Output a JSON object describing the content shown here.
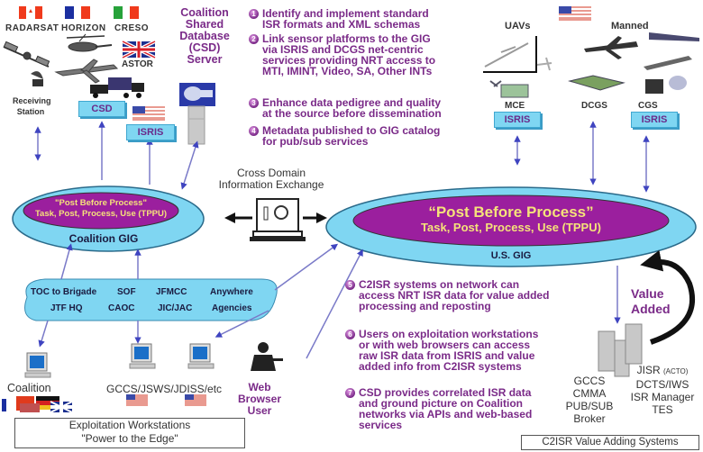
{
  "coalition_sources": {
    "labels": [
      "RADARSAT",
      "HORIZON",
      "CRESO"
    ],
    "astor": "ASTOR",
    "receiving_station": [
      "Receiving",
      "Station"
    ],
    "csd_box": "CSD",
    "isris_box": "ISRIS"
  },
  "csd_server": {
    "title": [
      "Coalition",
      "Shared",
      "Database",
      "(CSD)",
      "Server"
    ]
  },
  "steps_top": [
    {
      "num": "1",
      "lines": [
        "Identify and implement standard",
        "ISR formats and XML schemas"
      ]
    },
    {
      "num": "2",
      "lines": [
        "Link sensor platforms to the GIG",
        "via ISRIS and DCGS net-centric",
        "services providing NRT access to",
        "MTI, IMINT, Video, SA, Other INTs"
      ]
    },
    {
      "num": "3",
      "lines": [
        "Enhance data pedigree and quality",
        "at the source before dissemination"
      ]
    },
    {
      "num": "4",
      "lines": [
        "Metadata published to GIG catalog",
        "for pub/sub services"
      ]
    }
  ],
  "us_sources": {
    "uavs": "UAVs",
    "manned": "Manned",
    "mce": "MCE",
    "dcgs": "DCGS",
    "cgs": "CGS",
    "isris_box": "ISRIS"
  },
  "cross_domain": [
    "Cross Domain",
    "Information Exchange"
  ],
  "coalition_gig": {
    "tagline": "\"Post Before Process\"",
    "tppu": "Task, Post, Process, Use  (TPPU)",
    "name": "Coalition GIG"
  },
  "us_gig": {
    "tagline": "“Post Before Process”",
    "tppu": "Task, Post, Process, Use  (TPPU)",
    "name": "U.S.  GIG"
  },
  "users_cloud": {
    "row1": [
      "TOC to Brigade",
      "SOF",
      "JFMCC",
      "Anywhere"
    ],
    "row2": [
      "JTF HQ",
      "CAOC",
      "JIC/JAC",
      "Agencies"
    ]
  },
  "workstations": {
    "coalition": "Coalition",
    "gccs": "GCCS/JSWS/JDISS/etc",
    "web_user": [
      "Web",
      "Browser",
      "User"
    ],
    "box": [
      "Exploitation Workstations",
      "\"Power to the Edge\""
    ]
  },
  "steps_bottom": [
    {
      "num": "5",
      "lines": [
        "C2ISR systems on network can",
        "access NRT ISR data for value added",
        "processing and reposting"
      ]
    },
    {
      "num": "6",
      "lines": [
        "Users on exploitation workstations",
        "or with web browsers can access",
        "raw ISR data from ISRIS and value",
        "added info from C2ISR systems"
      ]
    },
    {
      "num": "7",
      "lines": [
        "CSD provides correlated ISR data",
        "and ground picture on Coalition",
        "networks via APIs and web-based",
        "services"
      ]
    }
  ],
  "value_added": [
    "Value",
    "Added"
  ],
  "c2isr": {
    "left": [
      "GCCS",
      "CMMA",
      "PUB/SUB",
      "Broker"
    ],
    "right_jisr": "JISR",
    "right_acto": "(ACTO)",
    "right": [
      "DCTS/IWS",
      "ISR Manager",
      "TES"
    ],
    "box": "C2ISR Value Adding Systems"
  },
  "colors": {
    "gig_outer": "#7fd6f2",
    "gig_inner": "#9b1f9e",
    "gig_text": "#f5e27a",
    "step_text": "#7a2a88",
    "arrow": "#5a5fc8",
    "isris_fill": "#7fd6f2"
  }
}
